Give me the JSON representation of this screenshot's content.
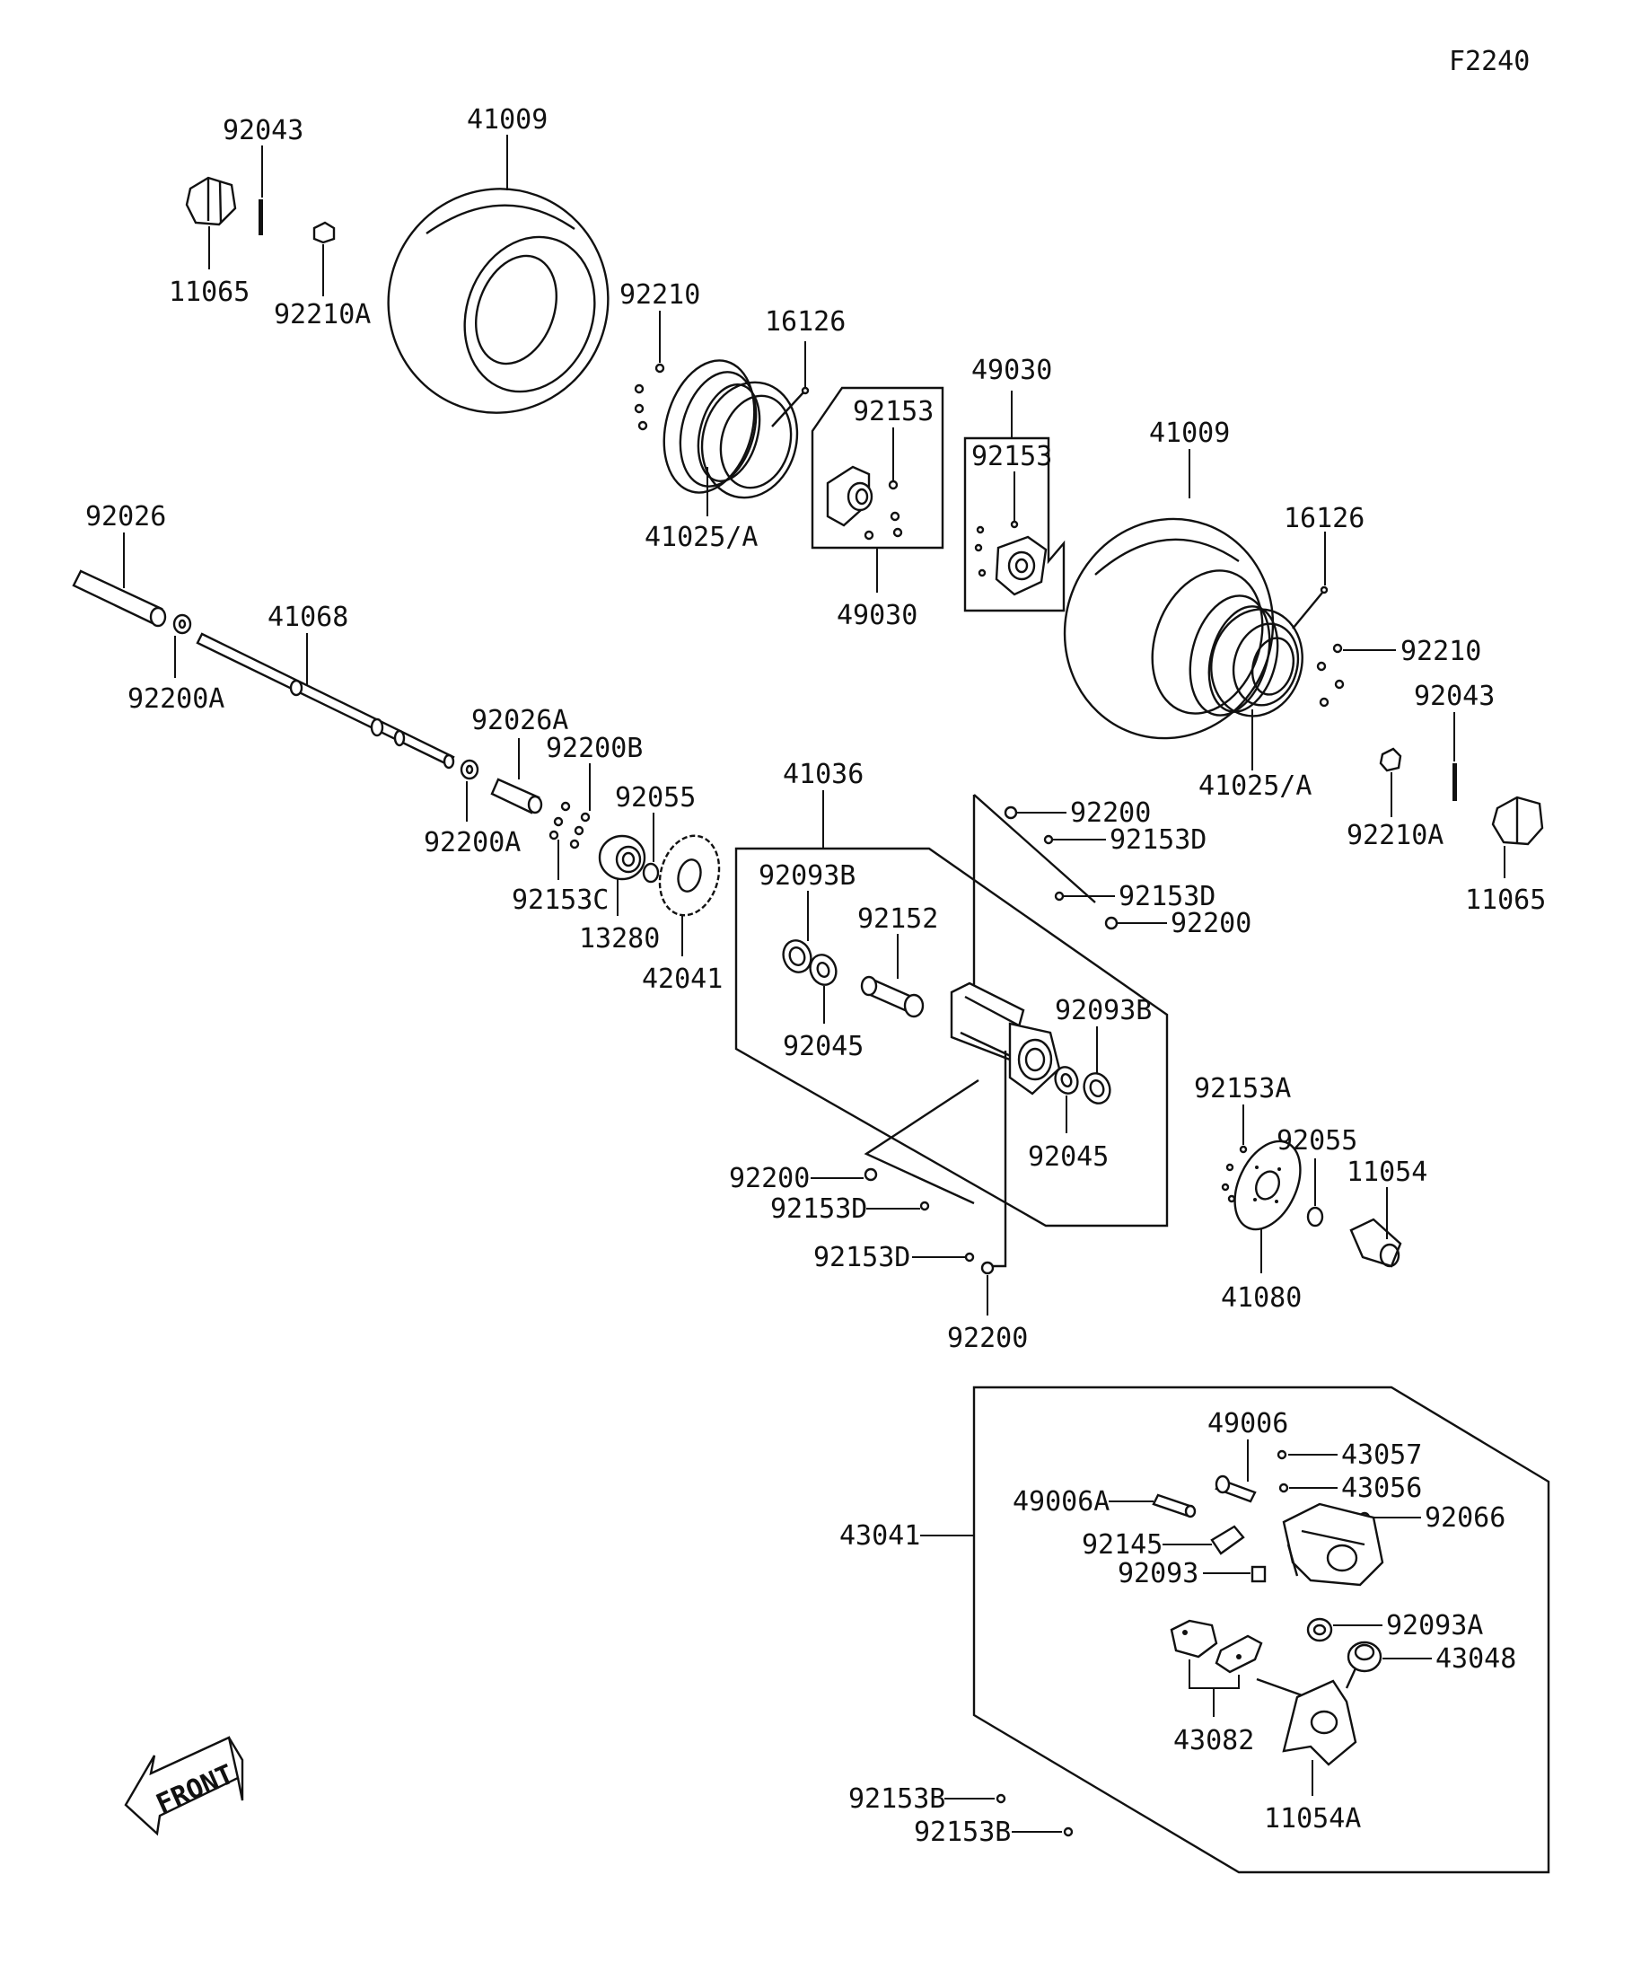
{
  "figure_code": "F2240",
  "front_label": "FRONT",
  "labels": {
    "p92043_l": "92043",
    "p41009_l": "41009",
    "p11065_l": "11065",
    "p92210A_l": "92210A",
    "p92210_l": "92210",
    "p16126_l": "16126",
    "p41025A_l": "41025/A",
    "p92153_a": "92153",
    "p49030_a": "49030",
    "p49030_b": "49030",
    "p92153_b": "92153",
    "p41009_r": "41009",
    "p16126_r": "16126",
    "p92210_r": "92210",
    "p41025A_r": "41025/A",
    "p92043_r": "92043",
    "p92210A_r": "92210A",
    "p11065_r": "11065",
    "p92026": "92026",
    "p41068": "41068",
    "p92200A_a": "92200A",
    "p92026A": "92026A",
    "p92200B": "92200B",
    "p92200A_b": "92200A",
    "p92055_a": "92055",
    "p92153C": "92153C",
    "p13280": "13280",
    "p42041": "42041",
    "p41036": "41036",
    "p92093B_a": "92093B",
    "p92152": "92152",
    "p92045_a": "92045",
    "p92200_a": "92200",
    "p92153D_a": "92153D",
    "p92153D_b": "92153D",
    "p92200_b": "92200",
    "p92093B_b": "92093B",
    "p92045_b": "92045",
    "p92200_c": "92200",
    "p92153D_c": "92153D",
    "p92153D_d": "92153D",
    "p92200_d": "92200",
    "p92153A": "92153A",
    "p92055_b": "92055",
    "p11054": "11054",
    "p41080": "41080",
    "p49006": "49006",
    "p43057": "43057",
    "p43056": "43056",
    "p49006A": "49006A",
    "p92066": "92066",
    "p43041": "43041",
    "p92145": "92145",
    "p92093": "92093",
    "p92093A": "92093A",
    "p43048": "43048",
    "p43082": "43082",
    "p11054A": "11054A",
    "p92153B_a": "92153B",
    "p92153B_b": "92153B"
  }
}
